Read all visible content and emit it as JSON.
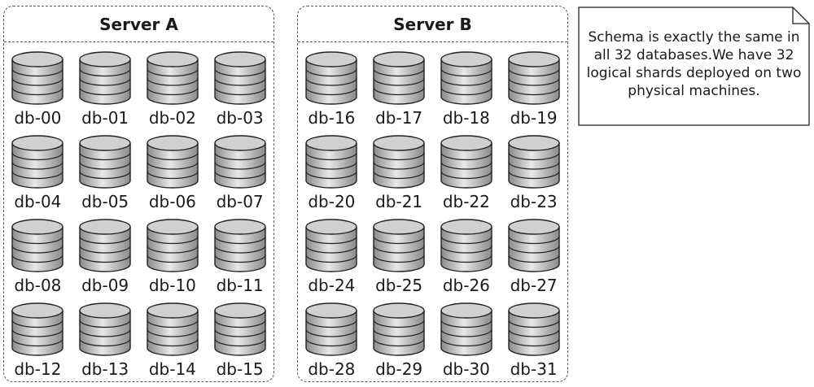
{
  "servers": [
    {
      "name": "Server A",
      "databases": [
        "db-00",
        "db-01",
        "db-02",
        "db-03",
        "db-04",
        "db-05",
        "db-06",
        "db-07",
        "db-08",
        "db-09",
        "db-10",
        "db-11",
        "db-12",
        "db-13",
        "db-14",
        "db-15"
      ]
    },
    {
      "name": "Server B",
      "databases": [
        "db-16",
        "db-17",
        "db-18",
        "db-19",
        "db-20",
        "db-21",
        "db-22",
        "db-23",
        "db-24",
        "db-25",
        "db-26",
        "db-27",
        "db-28",
        "db-29",
        "db-30",
        "db-31"
      ]
    }
  ],
  "note": {
    "text": "Schema is exactly the same in all 32 databases.We have 32 logical shards deployed on two physical machines."
  },
  "icons": {
    "database": "database-cylinder-icon",
    "note": "note-folded-corner-icon"
  },
  "colors": {
    "border": "#555555",
    "cylinder_light": "#e8e8e8",
    "cylinder_dark": "#8a8a8a",
    "text": "#1a1a1a"
  }
}
